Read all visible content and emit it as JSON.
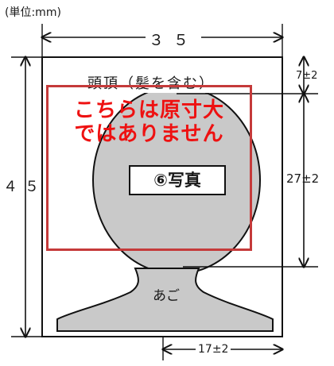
{
  "unit_label": "(単位:mm)",
  "width_label": "３５",
  "height_label": "４５",
  "crown_label": "頭頂（髪を含む）",
  "top_margin_label": "7±2",
  "face_height_label": "27±2",
  "chin_width_label": "17±2",
  "photo_label": "⑥写真",
  "chin_label": "あご",
  "notice": {
    "line1": "こちらは原寸大",
    "line2": "ではありません"
  },
  "colors": {
    "notice_red": "#ee1111",
    "notice_border": "#c53a3a",
    "silhouette_fill": "#c9c9c9",
    "line": "#111111"
  }
}
